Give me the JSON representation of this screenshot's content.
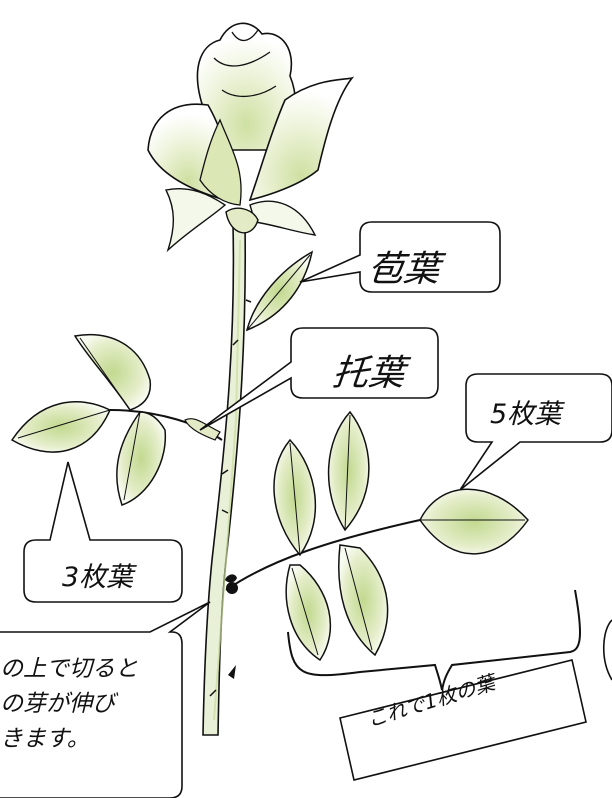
{
  "labels": {
    "bract": "苞葉",
    "stipule": "托葉",
    "five_leaflets": "5枚葉",
    "three_leaflets": "3枚葉",
    "one_leaf": "これで1枚の葉",
    "cut_note": "の上で切ると\nの芽が伸び\nきます。"
  },
  "colors": {
    "leaf_fill": "#f7faee",
    "leaf_shade": "#c9dc9c",
    "stem": "#e9f0d8",
    "ink": "#111111"
  }
}
